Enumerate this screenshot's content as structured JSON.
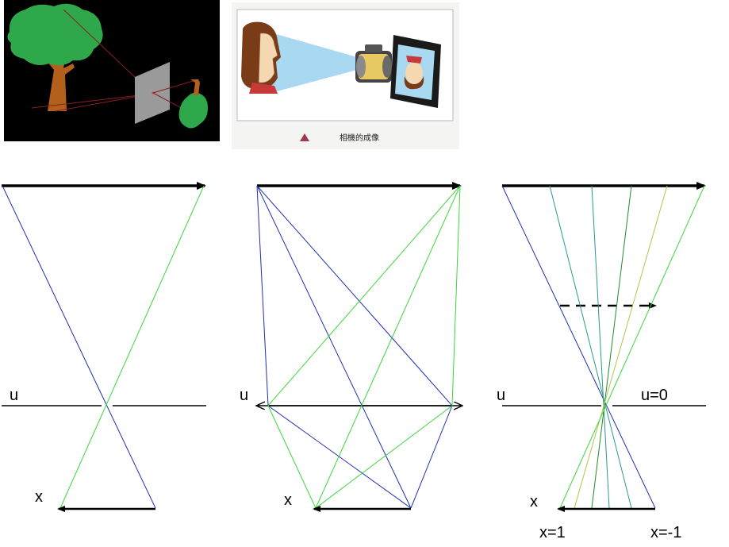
{
  "colors": {
    "ray_blue": "#1f2fb0",
    "ray_green": "#3ad83a",
    "ray_teal": "#2a9a8a",
    "ray_dark_green": "#1f8a2a",
    "ray_olive": "#b8c24a",
    "arrow": "#000000",
    "photo1_bg": "#000000",
    "photo2_bg": "#f4f4f2",
    "tree_canopy": "#2ea84a",
    "tree_trunk": "#b3601c",
    "screen": "#9a9a9a",
    "cone": "#a9d9f0",
    "caption_marker": "#9b3b4a"
  },
  "photos": {
    "pinhole_photo": {
      "icons": [
        "tree-icon",
        "pinhole-screen-icon",
        "inverted-tree-icon"
      ]
    },
    "camera_photo": {
      "caption": "相機的成像",
      "icons": [
        "face-icon",
        "camera-icon",
        "film-strip-icon",
        "triangle-marker-icon"
      ]
    }
  },
  "diagrams": {
    "left": {
      "lens_label": "u",
      "image_label": "x"
    },
    "middle": {
      "lens_label": "u",
      "image_label": "x"
    },
    "right": {
      "lens_label": "u",
      "lens_center_label": "u=0",
      "image_label": "x",
      "image_left_label": "x=1",
      "image_right_label": "x=-1"
    }
  }
}
